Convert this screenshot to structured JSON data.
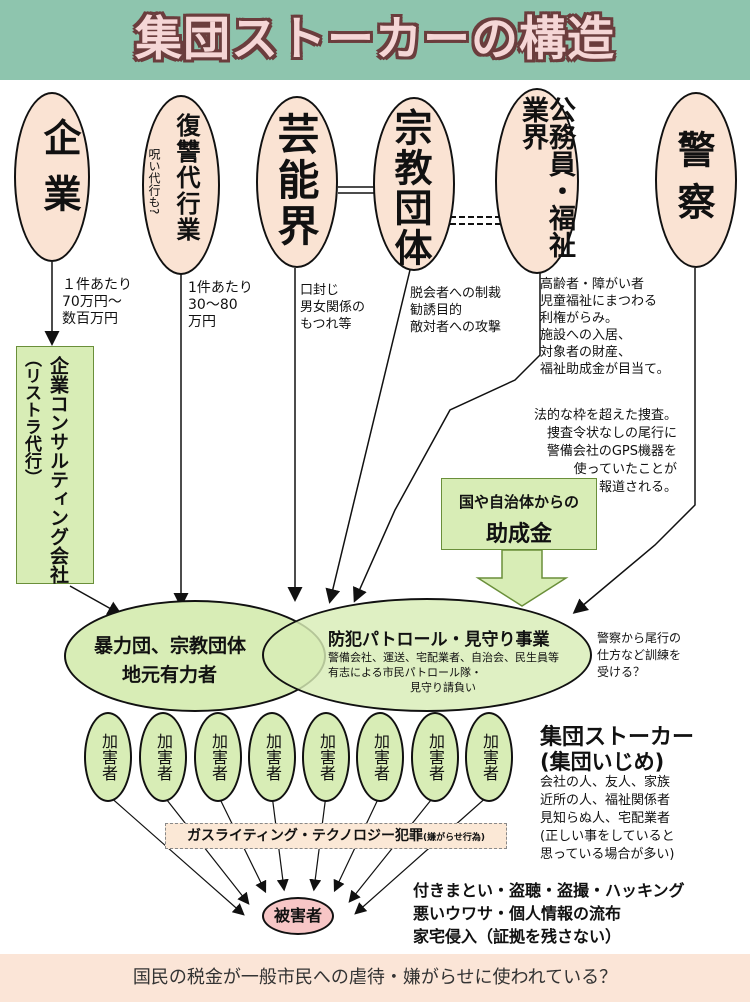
{
  "header": {
    "title": "集団ストーカーの構造"
  },
  "sources": {
    "company": {
      "name": "企業",
      "note": "１件あたり\n70万円〜\n数百万円"
    },
    "revenge": {
      "name": "復讐代行業",
      "sub": "呪い代行も?",
      "note": "1件あたり\n30〜80\n万円"
    },
    "entertainment": {
      "name": "芸能界",
      "note": "口封じ\n男女関係の\nもつれ等"
    },
    "religion": {
      "name": "宗教団体",
      "note": "脱会者への制裁\n勧誘目的\n敵対者への攻撃"
    },
    "officials": {
      "name": "公務員・福祉業界",
      "note": "高齢者・障がい者\n児童福祉にまつわる\n利権がらみ。\n施設への入居、\n対象者の財産、\n福祉助成金が目当て。"
    },
    "police": {
      "name": "警察",
      "note": "法的な枠を超えた捜査。\n捜査令状なしの尾行に\n警備会社のGPS機器を\n使っていたことが\n報道される。"
    }
  },
  "consultant": {
    "label": "企業コンサルティング会社",
    "sub": "（リストラ代行）"
  },
  "subsidy": {
    "line1": "国や自治体からの",
    "line2": "助成金"
  },
  "groups": {
    "left": {
      "line1": "暴力団、宗教団体",
      "line2": "地元有力者"
    },
    "right": {
      "title": "防犯パトロール・見守り事業",
      "line1": "警備会社、運送、宅配業者、自治会、民生員等",
      "line2": "有志による市民パトロール隊・",
      "line3": "見守り請負い"
    },
    "police_note": "警察から尾行の\n仕方など訓練を\n受ける？"
  },
  "perpetrators": {
    "label": "加害者",
    "count": 8
  },
  "stalker": {
    "title1": "集団ストーカー",
    "title2": "(集団いじめ)",
    "desc": "会社の人、友人、家族\n近所の人、福祉関係者\n見知らぬ人、宅配業者\n(正しい事をしていると\n思っている場合が多い)"
  },
  "gaslighting": {
    "label": "ガスライティング・テクノロジー犯罪",
    "sub": "(嫌がらせ行為)"
  },
  "victim": {
    "label": "被害者"
  },
  "harm": {
    "line1": "付きまとい・盗聴・盗撮・ハッキング",
    "line2": "悪いウワサ・個人情報の流布",
    "line3": "家宅侵入（証拠を残さない）"
  },
  "footer": {
    "text": "国民の税金が一般市民への虐待・嫌がらせに使われている？"
  },
  "colors": {
    "header": "#8ec5ae",
    "title": "#f5d6d6",
    "oval": "#fae3d3",
    "green": "#d8edb6",
    "victim": "#f7c6c6",
    "footer": "#fbe5d7"
  }
}
